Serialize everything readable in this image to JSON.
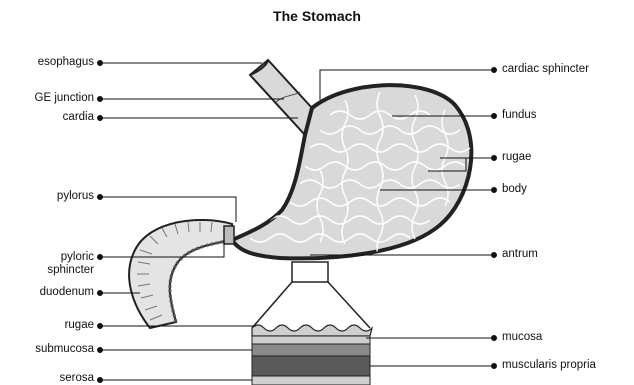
{
  "title": "The Stomach",
  "labels_left": {
    "esophagus": "esophagus",
    "ge_junction": "GE junction",
    "cardia": "cardia",
    "pylorus": "pylorus",
    "pyloric_1": "pyloric",
    "pyloric_2": "sphincter",
    "duodenum": "duodenum",
    "rugae": "rugae",
    "submucosa": "submucosa",
    "serosa": "serosa"
  },
  "labels_right": {
    "cardiac_sphincter": "cardiac sphincter",
    "fundus": "fundus",
    "rugae": "rugae",
    "body": "body",
    "antrum": "antrum",
    "mucosa": "mucosa",
    "muscularis_propria": "muscularis propria"
  },
  "colors": {
    "outline": "#222222",
    "stomach_fill": "#d9d9d9",
    "fold_line": "#ffffff",
    "mucosa_fill": "#cfcfcf",
    "submucosa_fill": "#8a8a8a",
    "muscularis_fill": "#5a5a5a"
  }
}
